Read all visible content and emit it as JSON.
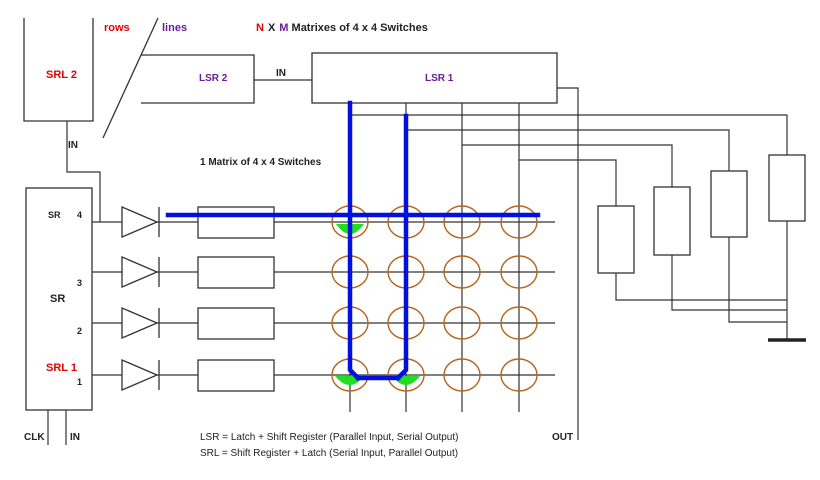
{
  "header": {
    "rows_label": "rows",
    "lines_label": "lines",
    "n_letter": "N",
    "x_letter": "X",
    "m_letter": "M",
    "matrices_title": " Matrixes of 4 x 4 Switches"
  },
  "blocks": {
    "srl2": "SRL 2",
    "lsr2": "LSR 2",
    "lsr1": "LSR 1",
    "sr_block": "SR",
    "sr_top_label": "SR",
    "srl1": "SRL 1"
  },
  "pins": {
    "in_top": "IN",
    "in_srl2": "IN",
    "row_4": "4",
    "row_3": "3",
    "row_2": "2",
    "row_1": "1",
    "clk": "CLK",
    "in_bottom": "IN",
    "out": "OUT"
  },
  "matrix_title": "1 Matrix of 4 x 4 Switches",
  "notes": {
    "lsr_def": "LSR = Latch + Shift Register (Parallel Input, Serial Output)",
    "srl_def": "SRL = Shift Register + Latch (Serial Input, Parallel Output)"
  },
  "colors": {
    "line": "#333333",
    "red_label": "#e60000",
    "purple_label": "#6a1b9a",
    "switch_outline": "#b5651d",
    "highlight_path": "#0010e0",
    "active_switch": "#22dd22"
  }
}
